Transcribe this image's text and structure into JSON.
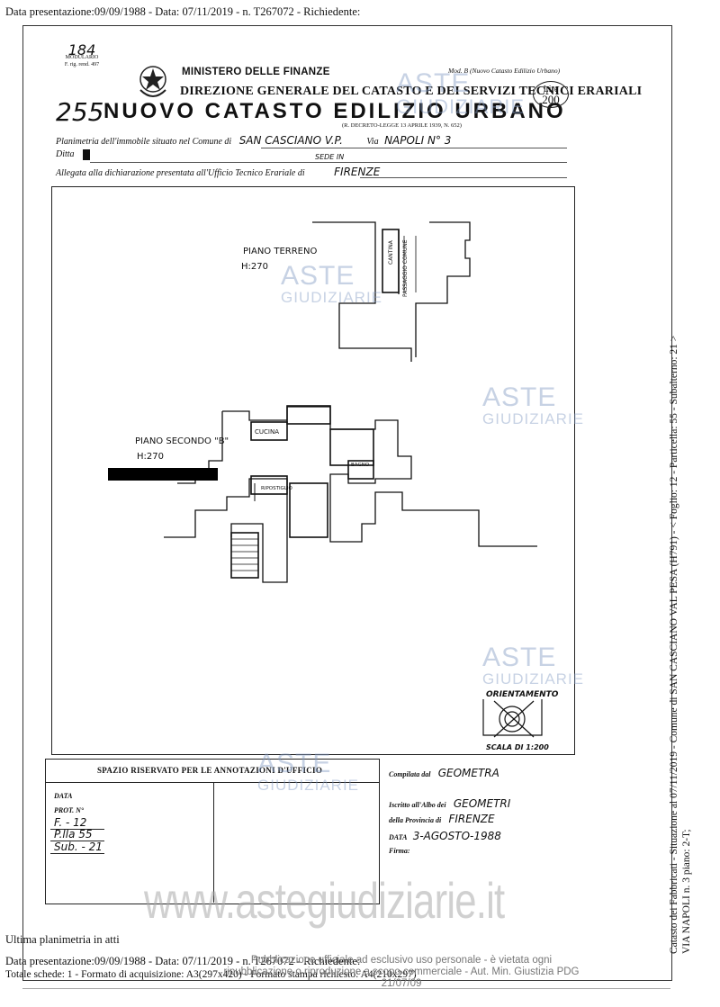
{
  "header": {
    "presentation_line": "Data presentazione:09/09/1988 - Data: 07/11/2019 - n. T267072 - Richiedente:"
  },
  "form_header": {
    "modulario_number": "184",
    "modulario_label": "MODULARIO",
    "modulario_sub": "F. rig. rend. 497",
    "ministry": "MINISTERO DELLE FINANZE",
    "direction": "DIREZIONE GENERALE DEL CATASTO E DEI SERVIZI TECNICI ERARIALI",
    "title": "NUOVO CATASTO EDILIZIO URBANO",
    "handwritten_number": "255",
    "model": "Mod. B (Nuovo Catasto Edilizio Urbano)",
    "decree": "(R. DECRETO-LEGGE 13 APRILE 1939, N. 652)",
    "lire_label": "Lire",
    "lire_value": "200"
  },
  "form_fields": {
    "planimetria_label": "Planimetria dell'immobile situato nel Comune di",
    "comune_value": "SAN CASCIANO V.P.",
    "via_label": "Via",
    "via_value": "NAPOLI N° 3",
    "ditta_label": "Ditta",
    "sede_label": "SEDE IN",
    "allegata_label": "Allegata alla dichiarazione presentata all'Ufficio Tecnico Erariale di",
    "allegata_value": "FIRENZE"
  },
  "plan": {
    "ground_floor_label": "PIANO TERRENO",
    "ground_floor_height": "H:270",
    "cantina_label": "CANTINA",
    "passaggio_label": "PASSAGGIO COMUNE",
    "second_floor_label": "PIANO SECONDO \"B\"",
    "second_floor_height": "H:270",
    "cucina_label": "CUCINA",
    "ripostiglio_label": "RIPOSTIGLIO",
    "bagno_label": "BAGNO",
    "orientamento_label": "ORIENTAMENTO",
    "scala_label": "SCALA DI 1:200"
  },
  "annotations": {
    "title": "SPAZIO RISERVATO PER LE ANNOTAZIONI D'UFFICIO",
    "data_label": "DATA",
    "prot_label": "PROT. N°",
    "foglio_value": "F. - 12",
    "particella_value": "P.lla 55",
    "subalterno_value": "Sub. - 21"
  },
  "compiler": {
    "compilata_label": "Compilata dal",
    "compilata_value": "GEOMETRA",
    "iscritto_label": "Iscritto all'Albo dei",
    "iscritto_value": "GEOMETRI",
    "provincia_label": "della Provincia di",
    "provincia_value": "FIRENZE",
    "data_label": "DATA",
    "data_value": "3-AGOSTO-1988",
    "firma_label": "Firma:"
  },
  "watermarks": {
    "aste": "ASTE",
    "giudiziarie": "GIUDIZIARIE",
    "website": "www.astegiudiziarie.it"
  },
  "vertical_text": {
    "line1": "Catasto dei Fabbricati - Situazione al 07/11/2019 - Comune di SAN CASCIANO VAL PESA (H791) - < Foglio: 12 - Particella: 55 - Subalterno: 21 >",
    "line2": "VIA NAPOLI n. 3 piano: 2-T;"
  },
  "footer": {
    "ultima": "Ultima planimetria in atti",
    "presentation_line": "Data presentazione:09/09/1988 - Data: 07/11/2019 - n. T267072 - Richiedente:",
    "totale_line": "Totale schede: 1 - Formato di acquisizione: A3(297x420) - Formato stampa richiesto: A4(210x297)",
    "overlay_line1": "Pubblicazione ufficiale ad esclusivo uso personale - è vietata ogni",
    "overlay_line2": "ripubblicazione o riproduzione a scopo commerciale - Aut. Min. Giustizia PDG 21/07/09"
  }
}
